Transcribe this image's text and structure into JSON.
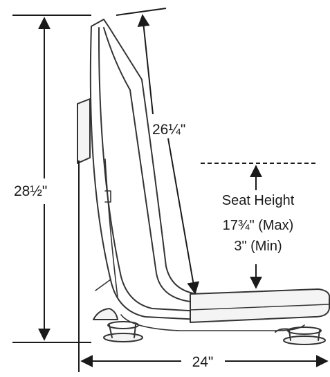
{
  "dimensions": {
    "total_height": "28½\"",
    "back_length": "26¼\"",
    "total_width": "24\"",
    "seat_height_label": "Seat Height",
    "seat_height_max": "17¾\" (Max)",
    "seat_height_min": "3\" (Min)"
  },
  "colors": {
    "line": "#1a1a1a",
    "chair_stroke": "#333333",
    "chair_fill": "#f4f4f4"
  }
}
